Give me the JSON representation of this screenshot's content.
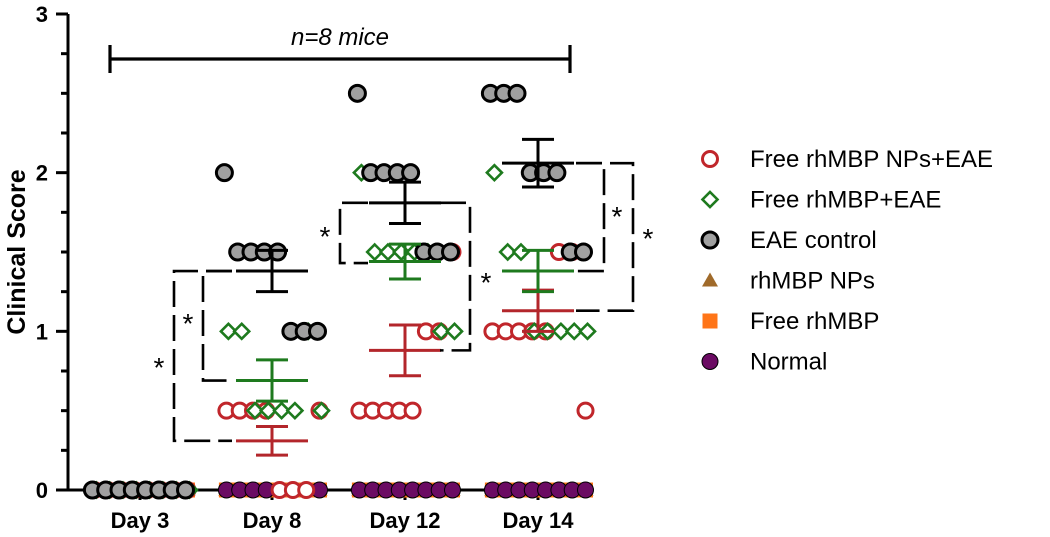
{
  "chart_data": {
    "type": "scatter",
    "title": "",
    "xlabel": "",
    "ylabel": "Clinical Score",
    "categories": [
      "Day 3",
      "Day 8",
      "Day 12",
      "Day 14"
    ],
    "ylim": [
      0,
      3
    ],
    "yticks": [
      "0",
      "1",
      "2",
      "3"
    ],
    "annotation": "n=8 mice",
    "legend_position": "right",
    "grid": false,
    "series": [
      {
        "name": "Free rhMBP NPs+EAE",
        "marker": "open-circle",
        "color": "#c0262b",
        "values": [
          [
            0,
            0,
            0,
            0,
            0,
            0,
            0,
            0
          ],
          [
            0.5,
            0.5,
            0.5,
            0.5,
            0,
            0,
            0,
            0.5
          ],
          [
            0.5,
            0.5,
            0.5,
            0.5,
            0.5,
            1,
            1,
            1.5
          ],
          [
            1,
            1,
            1,
            1,
            1,
            1.5,
            1.5,
            0.5
          ]
        ],
        "means": [
          0,
          0.31,
          0.88,
          1.13
        ],
        "sem": [
          0,
          0.09,
          0.16,
          0.13
        ]
      },
      {
        "name": "Free rhMBP+EAE",
        "marker": "open-diamond",
        "color": "#1e7a1e",
        "values": [
          [
            0,
            0,
            0,
            0,
            0,
            0,
            0,
            0
          ],
          [
            1,
            1,
            0.5,
            0.5,
            0.5,
            0.5,
            1,
            0.5
          ],
          [
            2,
            1.5,
            1.5,
            1.5,
            1.5,
            1.5,
            1,
            1
          ],
          [
            2,
            1.5,
            1.5,
            1,
            1,
            1,
            1,
            1
          ]
        ],
        "means": [
          0,
          0.69,
          1.44,
          1.38
        ],
        "sem": [
          0,
          0.13,
          0.11,
          0.13
        ]
      },
      {
        "name": "EAE control",
        "marker": "filled-circle",
        "color": "#a0a0a0",
        "values": [
          [
            0,
            0,
            0,
            0,
            0,
            0,
            0,
            0
          ],
          [
            2,
            1.5,
            1.5,
            1.5,
            1.5,
            1,
            1,
            1
          ],
          [
            2.5,
            2,
            2,
            2,
            2,
            1.5,
            1.5,
            1.5
          ],
          [
            2.5,
            2.5,
            2.5,
            2,
            2,
            2,
            1.5,
            1.5
          ]
        ],
        "means": [
          0,
          1.38,
          1.81,
          2.06
        ],
        "sem": [
          0,
          0.13,
          0.13,
          0.15
        ]
      },
      {
        "name": "rhMBP NPs",
        "marker": "filled-triangle",
        "color": "#a06a2a",
        "values": [
          [
            0,
            0,
            0,
            0,
            0,
            0,
            0,
            0
          ],
          [
            0,
            0,
            0,
            0,
            0,
            0,
            0,
            0
          ],
          [
            0,
            0,
            0,
            0,
            0,
            0,
            0,
            0
          ],
          [
            0,
            0,
            0,
            0,
            0,
            0,
            0,
            0
          ]
        ]
      },
      {
        "name": "Free rhMBP",
        "marker": "filled-square",
        "color": "#ff7518",
        "values": [
          [
            0,
            0,
            0,
            0,
            0,
            0,
            0,
            0
          ],
          [
            0,
            0,
            0,
            0,
            0,
            0,
            0,
            0
          ],
          [
            0,
            0,
            0,
            0,
            0,
            0,
            0,
            0
          ],
          [
            0,
            0,
            0,
            0,
            0,
            0,
            0,
            0
          ]
        ]
      },
      {
        "name": "Normal",
        "marker": "filled-circle",
        "color": "#6b0b63",
        "values": [
          [
            0,
            0,
            0,
            0,
            0,
            0,
            0,
            0
          ],
          [
            0,
            0,
            0,
            0,
            0,
            0,
            0,
            0
          ],
          [
            0,
            0,
            0,
            0,
            0,
            0,
            0,
            0
          ],
          [
            0,
            0,
            0,
            0,
            0,
            0,
            0,
            0
          ]
        ]
      }
    ],
    "significance": [
      {
        "label": "*",
        "between": [
          "Free rhMBP NPs+EAE",
          "EAE control"
        ],
        "day": "Day 8"
      },
      {
        "label": "*",
        "between": [
          "Free rhMBP+EAE",
          "EAE control"
        ],
        "day": "Day 8"
      },
      {
        "label": "*",
        "between": [
          "Free rhMBP NPs+EAE",
          "EAE control"
        ],
        "day": "Day 12"
      },
      {
        "label": "*",
        "between": [
          "Free rhMBP+EAE",
          "EAE control"
        ],
        "day": "Day 14"
      },
      {
        "label": "*",
        "between": [
          "Free rhMBP NPs+EAE",
          "EAE control"
        ],
        "day": "Day 14"
      }
    ]
  }
}
